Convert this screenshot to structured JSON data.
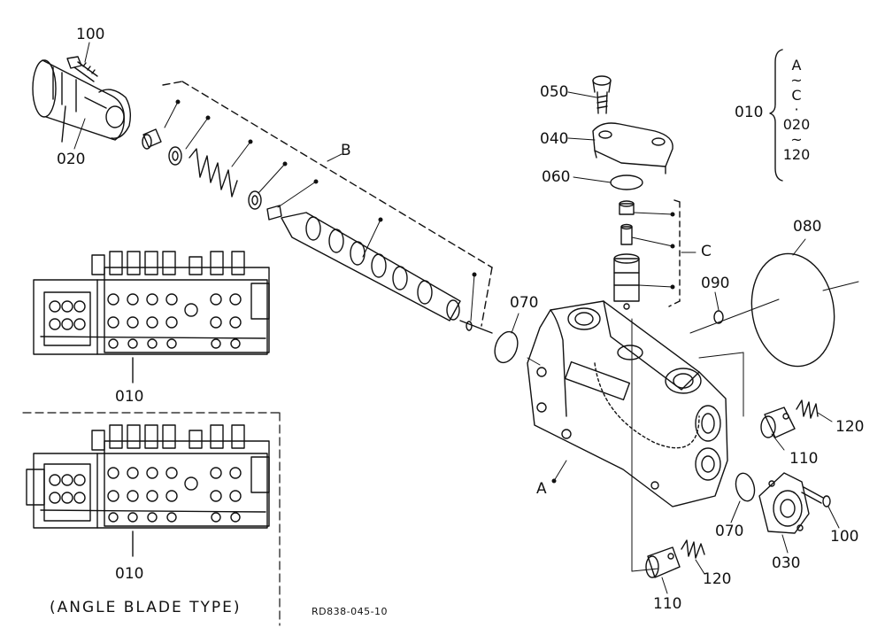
{
  "drawing_code": "RD838-045-10",
  "caption": "(ANGLE BLADE TYPE)",
  "group_labels": {
    "a": "A",
    "b": "B",
    "c": "C"
  },
  "legend": {
    "label": "010",
    "lines": [
      "A",
      "~",
      "C",
      "·",
      "020",
      "~",
      "120"
    ]
  },
  "parts": {
    "p100_top": "100",
    "p020": "020",
    "p050": "050",
    "p040": "040",
    "p060": "060",
    "p080": "080",
    "p090": "090",
    "p070_upper": "070",
    "p070_lower": "070",
    "p110_upper": "110",
    "p110_lower": "110",
    "p120_upper": "120",
    "p120_lower": "120",
    "p030": "030",
    "p100_right": "100",
    "p010_upper": "010",
    "p010_lower": "010"
  }
}
